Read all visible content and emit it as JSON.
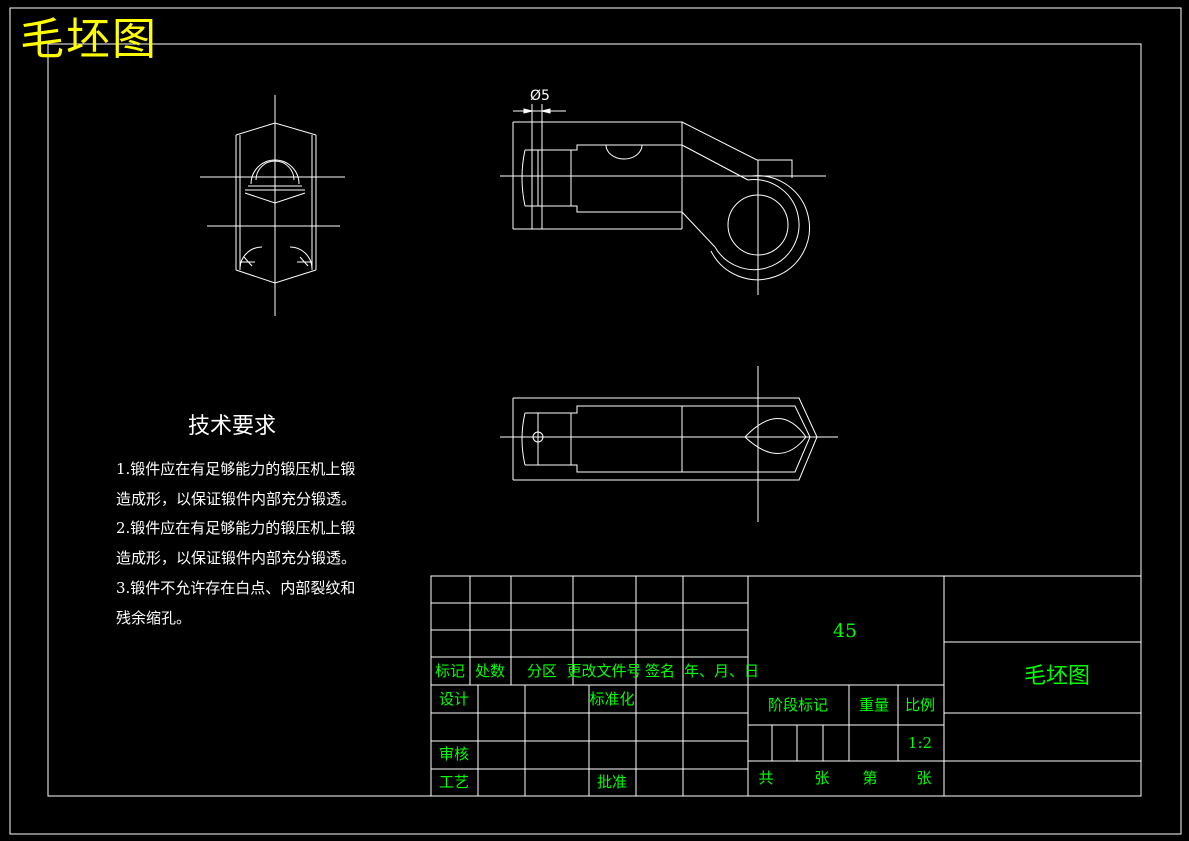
{
  "drawing_title": "毛坯图",
  "dimension_label": "Ø5",
  "tech_requirements": {
    "title": "技术要求",
    "lines": [
      "1.锻件应在有足够能力的锻压机上锻",
      "造成形，以保证锻件内部充分锻透。",
      "2.锻件应在有足够能力的锻压机上锻",
      "造成形，以保证锻件内部充分锻透。",
      "3.锻件不允许存在白点、内部裂纹和",
      "残余缩孔。"
    ]
  },
  "title_block": {
    "revision_headers": [
      "标记",
      "处数",
      "分区",
      "更改文件号",
      "签名",
      "年、月、日"
    ],
    "design": "设计",
    "standardization": "标准化",
    "review": "审核",
    "process": "工艺",
    "approve": "批准",
    "material": "45",
    "drawing_name": "毛坯图",
    "stage_mark": "阶段标记",
    "weight": "重量",
    "scale_label": "比例",
    "scale_value": "1:2",
    "total": "共",
    "sheets1": "张",
    "sheet_no": "第",
    "sheets2": "张"
  },
  "colors": {
    "background": "#000000",
    "line": "#ffffff",
    "title": "#ffff00",
    "block_text": "#00ff00"
  }
}
